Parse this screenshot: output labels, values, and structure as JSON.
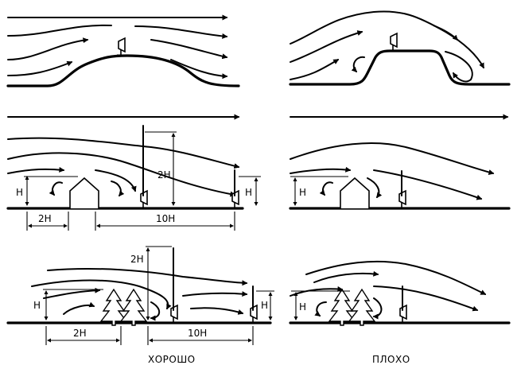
{
  "labels": {
    "good": "ХОРОШО",
    "bad": "ПЛОХО",
    "h": "H",
    "two_h": "2H",
    "ten_h": "10H"
  },
  "colors": {
    "ink": "#000000",
    "background": "#ffffff"
  },
  "icons": [
    "wind-turbine-icon",
    "house-icon",
    "tree-icon",
    "arrow-icon"
  ]
}
